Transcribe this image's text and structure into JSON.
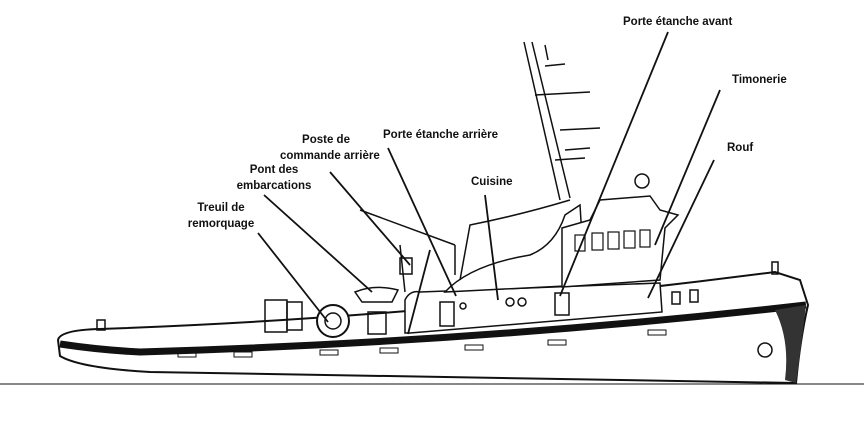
{
  "labels": {
    "porte_etanche_avant": "Porte étanche avant",
    "timonerie": "Timonerie",
    "rouf": "Rouf",
    "poste_commande_l1": "Poste de",
    "poste_commande_l2": "commande arrière",
    "porte_etanche_arriere": "Porte étanche arrière",
    "cuisine": "Cuisine",
    "pont_l1": "Pont des",
    "pont_l2": "embarcations",
    "treuil_l1": "Treuil de",
    "treuil_l2": "remorquage"
  }
}
